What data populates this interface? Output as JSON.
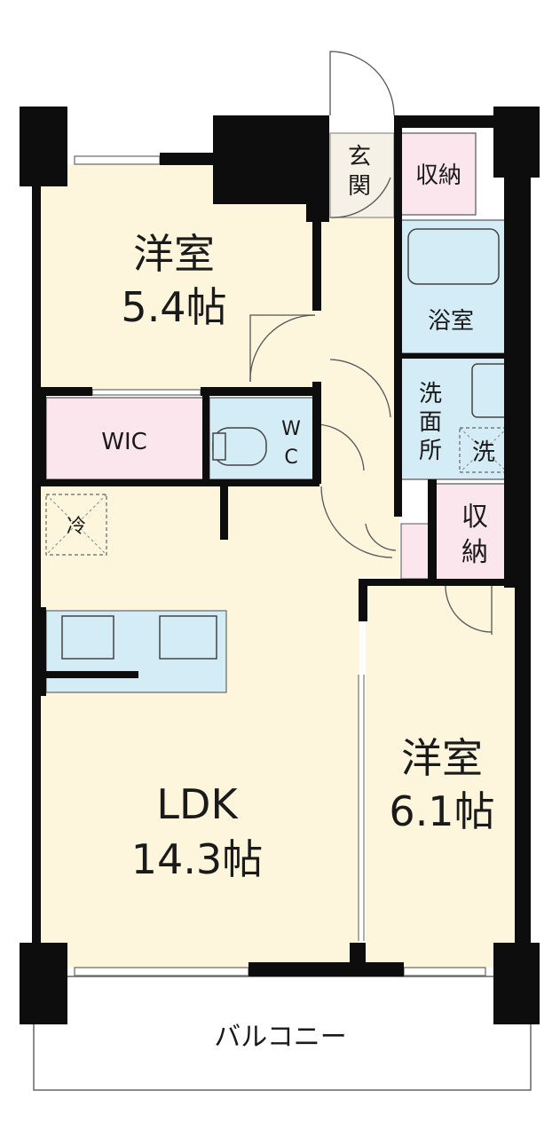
{
  "rooms": {
    "western_room_1": {
      "name": "洋室",
      "size": "5.4帖"
    },
    "wic": "WIC",
    "toilet": {
      "line1": "W",
      "line2": "C"
    },
    "entrance": {
      "line1": "玄",
      "line2": "関"
    },
    "storage_1": "収納",
    "bath": "浴室",
    "washroom": {
      "line1": "洗",
      "line2": "面",
      "line3": "所"
    },
    "washer_mark": "洗",
    "storage_2": {
      "line1": "収",
      "line2": "納"
    },
    "refrigerator_mark": "冷",
    "ldk": {
      "name": "LDK",
      "size": "14.3帖"
    },
    "western_room_2": {
      "name": "洋室",
      "size": "6.1帖"
    },
    "balcony": "バルコニー"
  },
  "colors": {
    "room_fill": "#fdf5dc",
    "closet_fill": "#fbe6ee",
    "wet_fill": "#d4ecf6",
    "wall": "#0d0d0d",
    "line": "#555555"
  }
}
